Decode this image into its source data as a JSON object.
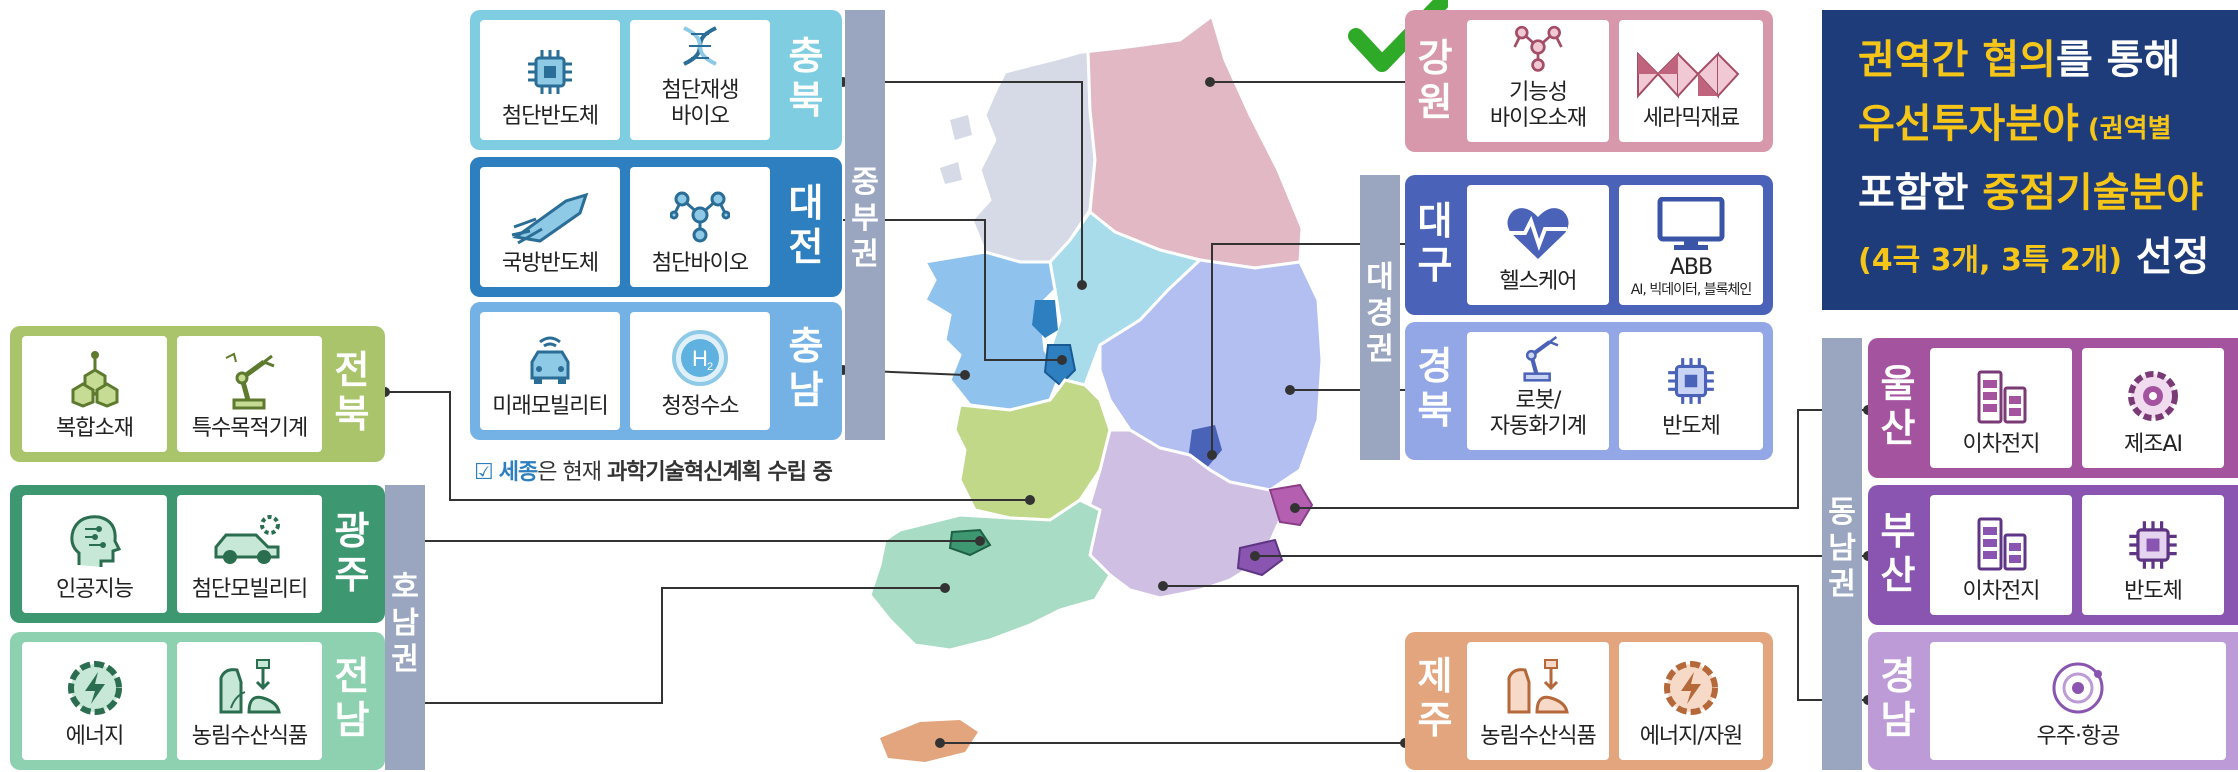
{
  "note": {
    "check": "☑",
    "prefix": "세종",
    "mid": "은 현재 ",
    "bold": "과학기술혁신계획",
    "suffix": " 수립 중"
  },
  "groups": {
    "jungbu": "중부권",
    "honam": "호남권",
    "daegyeong": "대경권",
    "dongnam": "동남권"
  },
  "regions": {
    "chungbuk": {
      "name": [
        "충",
        "북"
      ],
      "cards": [
        "첨단반도체",
        "첨단재생\n바이오"
      ]
    },
    "daejeon": {
      "name": [
        "대",
        "전"
      ],
      "cards": [
        "국방반도체",
        "첨단바이오"
      ]
    },
    "chungnam": {
      "name": [
        "충",
        "남"
      ],
      "cards": [
        "미래모빌리티",
        "청정수소"
      ]
    },
    "jeonbuk": {
      "name": [
        "전",
        "북"
      ],
      "cards": [
        "복합소재",
        "특수목적기계"
      ]
    },
    "gwangju": {
      "name": [
        "광",
        "주"
      ],
      "cards": [
        "인공지능",
        "첨단모빌리티"
      ]
    },
    "jeonnam": {
      "name": [
        "전",
        "남"
      ],
      "cards": [
        "에너지",
        "농림수산식품"
      ]
    },
    "gangwon": {
      "name": [
        "강",
        "원"
      ],
      "cards": [
        "기능성\n바이오소재",
        "세라믹재료"
      ]
    },
    "daegu": {
      "name": [
        "대",
        "구"
      ],
      "cards": [
        "헬스케어",
        "ABB"
      ],
      "abb_sub": "AI, 빅데이터, 블록체인"
    },
    "gyeongbuk": {
      "name": [
        "경",
        "북"
      ],
      "cards": [
        "로봇/\n자동화기계",
        "반도체"
      ]
    },
    "jeju": {
      "name": [
        "제",
        "주"
      ],
      "cards": [
        "농림수산식품",
        "에너지/자원"
      ]
    },
    "ulsan": {
      "name": [
        "울",
        "산"
      ],
      "cards": [
        "이차전지",
        "제조AI"
      ]
    },
    "busan": {
      "name": [
        "부",
        "산"
      ],
      "cards": [
        "이차전지",
        "반도체"
      ]
    },
    "gyeongnam": {
      "name": [
        "경",
        "남"
      ],
      "cards": [
        "우주·항공"
      ]
    }
  },
  "title_box": {
    "line1": [
      "권역간 협의",
      "를 통해"
    ],
    "line2": [
      "우선투자분야",
      " (권역별"
    ],
    "line3": [
      "포함한 ",
      "중점기술분야"
    ],
    "line4": [
      "(4극 3개, 3특 2개)",
      " 선정"
    ]
  },
  "icons": [
    "chip-icon",
    "dna-icon",
    "rocket-icon",
    "molecule-icon",
    "car-icon",
    "hydrogen-icon",
    "hexagon-material-icon",
    "robot-arm-icon",
    "ai-head-icon",
    "car-gear-icon",
    "energy-icon",
    "agri-food-icon",
    "heart-pulse-icon",
    "monitor-icon",
    "battery-icon",
    "gear-ai-icon",
    "orbit-icon",
    "check-icon"
  ],
  "colors": {
    "chungbuk": "#7ecde0",
    "daejeon": "#2d7fc0",
    "chungnam": "#74b2e6",
    "jeonbuk": "#a9c46a",
    "gwangju": "#3d9770",
    "jeonnam": "#8ed1b0",
    "gangwon": "#d698aa",
    "daegu": "#4a62b8",
    "gyeongbuk": "#93a6e6",
    "jeju": "#e3a57e",
    "ulsan": "#a4549e",
    "busan": "#8a55b0",
    "gyeongnam": "#bd9bd6",
    "titlebg": "#1f3c7a",
    "highlight": "#f5c518",
    "groupbar": "#9aa6c0"
  }
}
